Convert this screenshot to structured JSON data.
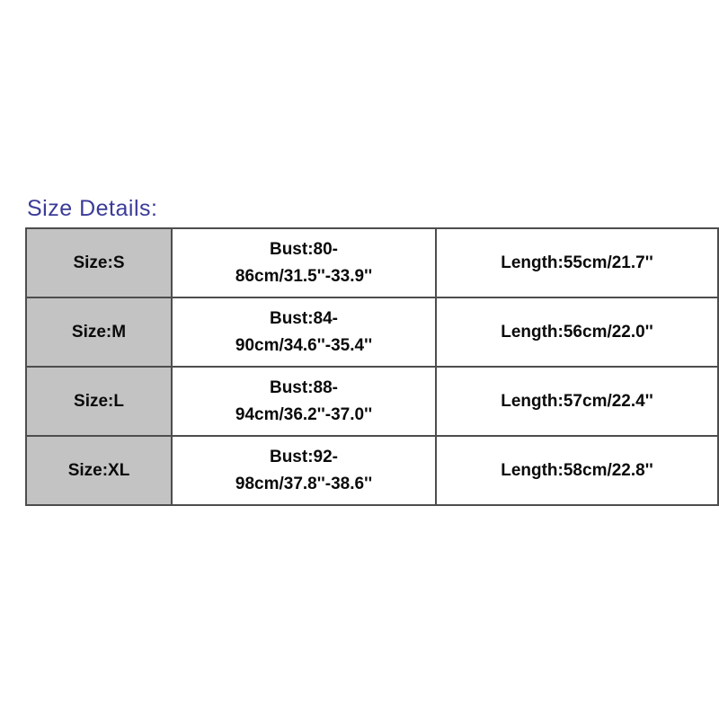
{
  "header": {
    "title": "Size Details:"
  },
  "colors": {
    "title_text": "#3b3b98",
    "size_column_bg": "#c3c3c3",
    "table_border": "#4d4d4d",
    "cell_text": "#0a0a0a",
    "background": "#ffffff"
  },
  "table": {
    "rows": [
      {
        "size": "Size:S",
        "bust_line1": "Bust:80-",
        "bust_line2": "86cm/31.5''-33.9''",
        "length": "Length:55cm/21.7''"
      },
      {
        "size": "Size:M",
        "bust_line1": "Bust:84-",
        "bust_line2": "90cm/34.6''-35.4''",
        "length": "Length:56cm/22.0''"
      },
      {
        "size": "Size:L",
        "bust_line1": "Bust:88-",
        "bust_line2": "94cm/36.2''-37.0''",
        "length": "Length:57cm/22.4''"
      },
      {
        "size": "Size:XL",
        "bust_line1": "Bust:92-",
        "bust_line2": "98cm/37.8''-38.6''",
        "length": "Length:58cm/22.8''"
      }
    ]
  },
  "chart_data": {
    "type": "table",
    "title": "Size Details:",
    "columns": [
      "Size",
      "Bust",
      "Length"
    ],
    "rows": [
      [
        "Size:S",
        "Bust:80-86cm/31.5''-33.9''",
        "Length:55cm/21.7''"
      ],
      [
        "Size:M",
        "Bust:84-90cm/34.6''-35.4''",
        "Length:56cm/22.0''"
      ],
      [
        "Size:L",
        "Bust:88-94cm/36.2''-37.0''",
        "Length:57cm/22.4''"
      ],
      [
        "Size:XL",
        "Bust:92-98cm/37.8''-38.6''",
        "Length:58cm/22.8''"
      ]
    ]
  }
}
